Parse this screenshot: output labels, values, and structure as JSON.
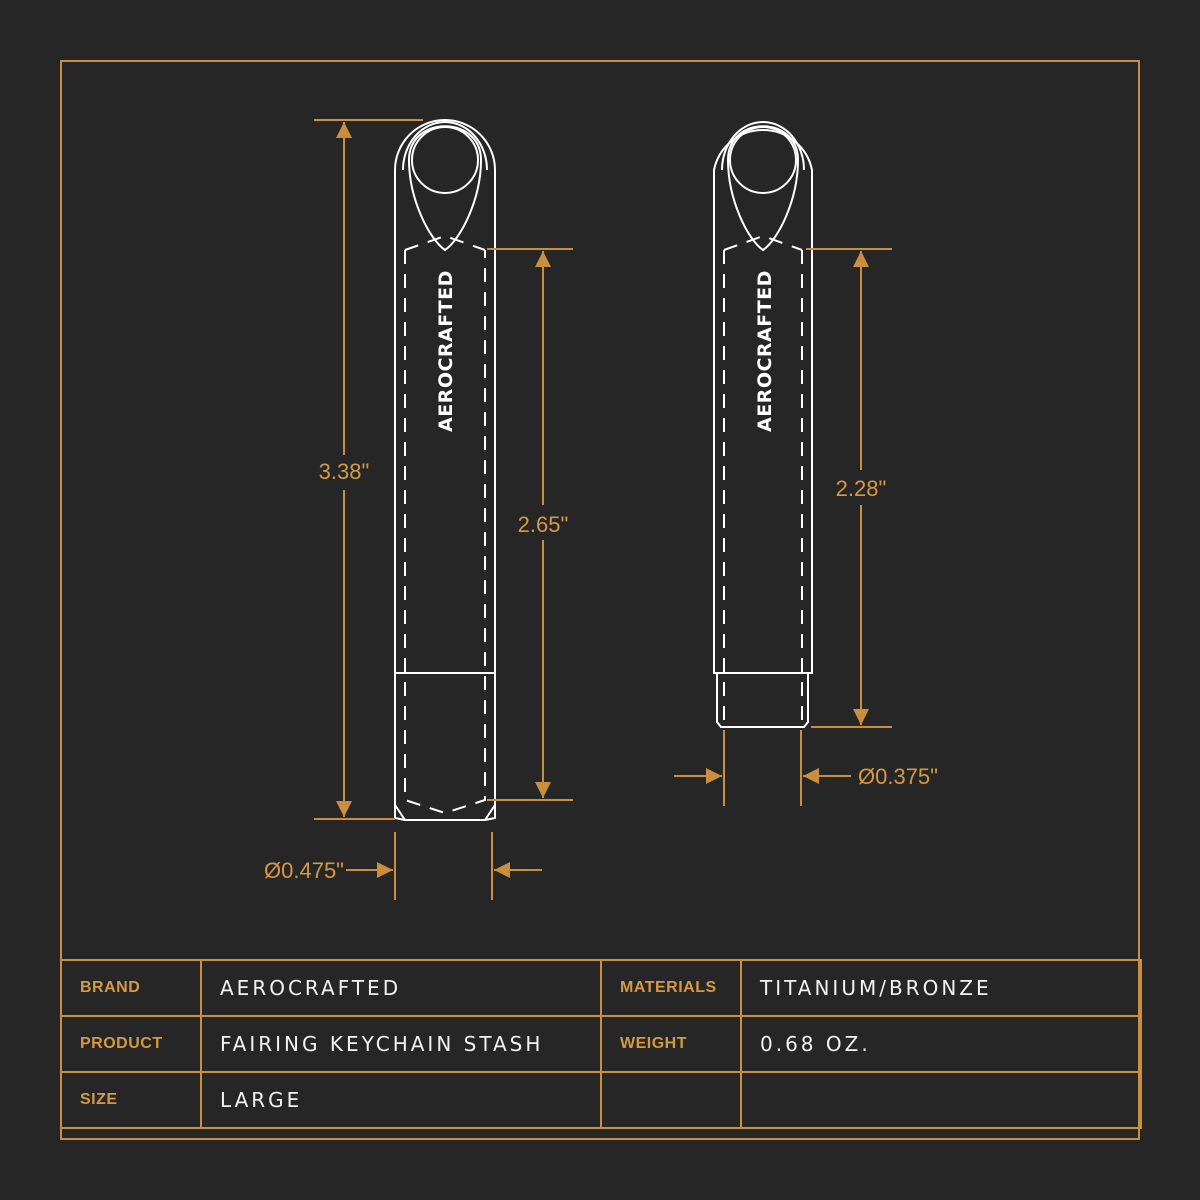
{
  "colors": {
    "background": "#262626",
    "accent": "#c98f3f",
    "dimension_text": "#d49945",
    "outline": "#ffffff"
  },
  "drawing": {
    "large": {
      "engraving": "AEROCRAFTED",
      "overall_length": "3.38\"",
      "body_length": "2.65\"",
      "diameter": "Ø0.475\""
    },
    "small": {
      "engraving": "AEROCRAFTED",
      "body_length": "2.28\"",
      "diameter": "Ø0.375\""
    }
  },
  "specs": {
    "rows": [
      {
        "label1": "BRAND",
        "value1": "AEROCRAFTED",
        "label2": "MATERIALS",
        "value2": "TITANIUM/BRONZE"
      },
      {
        "label1": "PRODUCT",
        "value1": "FAIRING KEYCHAIN STASH",
        "label2": "WEIGHT",
        "value2": "0.68 OZ."
      },
      {
        "label1": "SIZE",
        "value1": "LARGE",
        "label2": "",
        "value2": ""
      }
    ]
  }
}
